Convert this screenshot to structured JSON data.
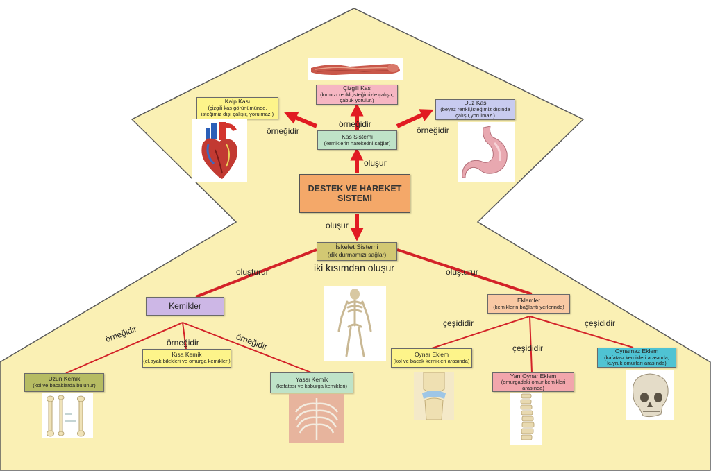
{
  "center": {
    "line1": "DESTEK VE HAREKET",
    "line2": "SİSTEMİ"
  },
  "kas": {
    "title": "Kas Sistemi",
    "sub": "(kemiklerin hareketini sağlar)",
    "cizgili": {
      "title": "Çizgili Kas",
      "sub": "(kırmızı renkli,isteğimizle çalışır, çabuk yorulur.)"
    },
    "kalp": {
      "title": "Kalp Kası",
      "sub": "(çizgili kas görünümünde, isteğimiz dışı çalışır, yorulmaz.)"
    },
    "duz": {
      "title": "Düz Kas",
      "sub": "(beyaz renkli,isteğimiz dışında çalışır,yorulmaz.)"
    }
  },
  "iskelet": {
    "title": "İskelet Sistemi",
    "sub": "(dik durmamızı sağlar)",
    "caption": "iki kısımdan oluşur"
  },
  "kemikler": {
    "title": "Kemikler",
    "uzun": {
      "title": "Uzun Kemik",
      "sub": "(kol ve bacaklarda bulunur)"
    },
    "kisa": {
      "title": "Kısa Kemik",
      "sub": "(el,ayak bilekleri ve omurga kemikleri)"
    },
    "yassi": {
      "title": "Yassı Kemik",
      "sub": "(kafatası ve kaburga kemikleri)"
    }
  },
  "eklemler": {
    "title": "Eklemler",
    "sub": "(kemiklerin bağlantı yerlerinde)",
    "oynar": {
      "title": "Oynar Eklem",
      "sub": "(kol ve bacak kemikleri arasında)"
    },
    "yari": {
      "title": "Yarı Oynar Eklem",
      "sub": "(omurgadaki omur kemikleri arasında)"
    },
    "oynamaz": {
      "title": "Oynamaz Eklem",
      "sub": "(kafatası kemikleri arasında, kuyruk omurları arasında)"
    }
  },
  "labels": {
    "olusur": "oluşur",
    "ornegidir": "örneğidir",
    "olusturur": "oluşturur",
    "cesididir": "çeşididir"
  },
  "colors": {
    "background": "#faf0b4",
    "center": "#f4a869",
    "kas_system": "#bfe3c8",
    "cizgili": "#f6b6c2",
    "kalp": "#fdf48a",
    "duz": "#c8cbef",
    "iskelet": "#d2c873",
    "kemikler": "#cdb7e6",
    "uzun": "#b6bc63",
    "kisa": "#fdf48a",
    "yassi": "#bfe3c8",
    "eklemler": "#f9c9a4",
    "oynar": "#fdf48a",
    "yari": "#f2a6ac",
    "oynamaz": "#4fc3d3",
    "arrow": "#e11b22",
    "line": "#d32228"
  },
  "icons": [
    "muscle-arm-icon",
    "heart-icon",
    "stomach-icon",
    "skeleton-icon",
    "long-bones-icon",
    "ribcage-icon",
    "knee-joint-icon",
    "spine-icon",
    "skull-icon"
  ]
}
